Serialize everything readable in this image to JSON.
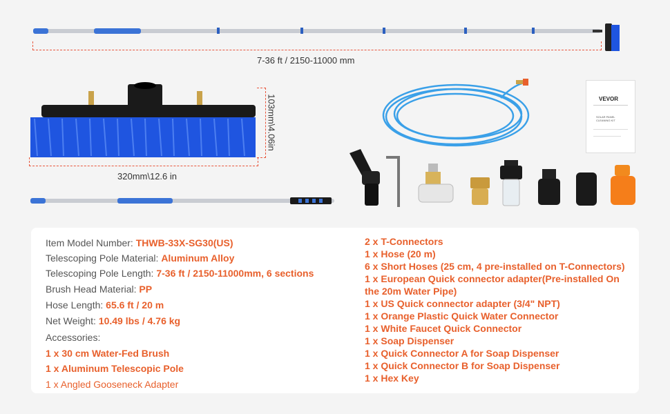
{
  "dimensions": {
    "pole_length": "7-36 ft / 2150-11000 mm",
    "brush_width": "320mm\\12.6 in",
    "brush_height": "103mm\\4.06in"
  },
  "card": {
    "brand": "VEVOR",
    "subtitle": "SOLAR PANEL CLEANING KIT"
  },
  "specs": [
    {
      "label": "Item Model Number: ",
      "value": "THWB-33X-SG30(US)"
    },
    {
      "label": "Telescoping Pole Material: ",
      "value": "Aluminum Alloy"
    },
    {
      "label": "Telescoping Pole Length: ",
      "value": "7-36 ft / 2150-11000mm, 6 sections"
    },
    {
      "label": "Brush Head Material: ",
      "value": "PP"
    },
    {
      "label": "Hose Length:  ",
      "value": "65.6 ft / 20 m"
    },
    {
      "label": "Net Weight: ",
      "value": "10.49 lbs / 4.76 kg"
    }
  ],
  "accessories_label": "Accessories:",
  "accessories_left": [
    "1 x 30 cm Water-Fed Brush",
    "1 x Aluminum Telescopic Pole",
    "1 x Angled Gooseneck Adapter"
  ],
  "accessories_right": [
    "2 x T-Connectors",
    "1 x Hose (20 m)",
    "6 x Short Hoses (25 cm, 4 pre-installed on T-Connectors)",
    "1 x European Quick connector adapter(Pre-installed On the 20m Water Pipe)",
    "1 x US Quick connector adapter  (3/4\" NPT)",
    "1 x Orange Plastic Quick Water Connector",
    "1 x White Faucet Quick Connector",
    "1 x Soap Dispenser",
    "1 x Quick Connector A for Soap Dispenser",
    "1 x Quick Connector B for Soap Dispenser",
    "1 x Hex Key"
  ],
  "colors": {
    "accent": "#e8602c",
    "pole_blue": "#3b73d6",
    "bristle_blue": "#1f55e0",
    "hose_blue": "#3aa0e8"
  }
}
